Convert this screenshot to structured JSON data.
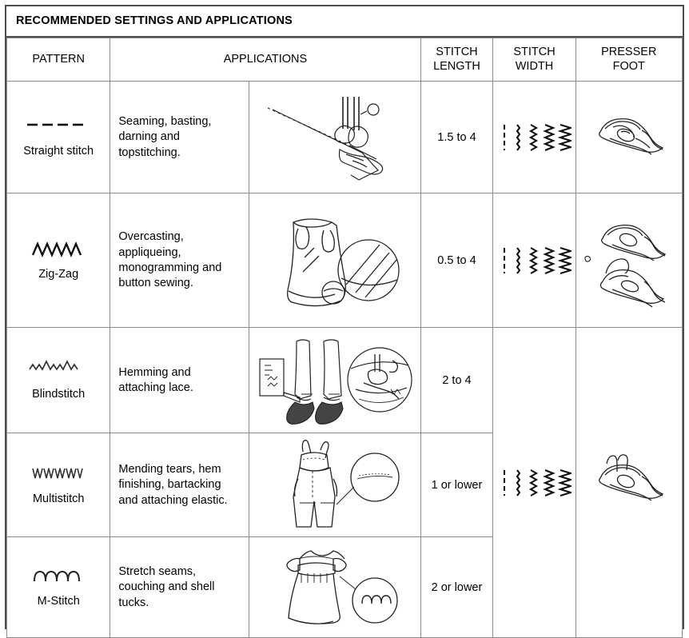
{
  "title": "RECOMMENDED SETTINGS AND APPLICATIONS",
  "columns": {
    "pattern": "PATTERN",
    "applications": "APPLICATIONS",
    "stitch_length_l1": "STITCH",
    "stitch_length_l2": "LENGTH",
    "stitch_width_l1": "STITCH",
    "stitch_width_l2": "WIDTH",
    "presser_foot_l1": "PRESSER",
    "presser_foot_l2": "FOOT"
  },
  "rows": [
    {
      "pattern_name": "Straight stitch",
      "pattern_glyph": "straight-stitch-glyph",
      "applications": "Seaming, basting, darning and topstitching.",
      "illustration": "needle-sewing-straight-seam-illustration",
      "stitch_length": "1.5 to 4",
      "stitch_width": "stitch-width-scale-glyph",
      "presser_foot": "all-purpose-presser-foot-illustration"
    },
    {
      "pattern_name": "Zig-Zag",
      "pattern_glyph": "zigzag-stitch-glyph",
      "applications": "Overcasting, appliqueing, monogramming and button sewing.",
      "illustration": "skirt-with-appliqued-detail-illustration",
      "stitch_length": "0.5 to 4",
      "stitch_width": "stitch-width-scale-glyph",
      "presser_foot": "two-presser-feet-illustration"
    },
    {
      "pattern_name": "Blindstitch",
      "pattern_glyph": "blindstitch-glyph",
      "applications": "Hemming and attaching lace.",
      "illustration": "trousers-hem-blindstitch-illustration",
      "stitch_length": "2 to 4",
      "stitch_width": "",
      "presser_foot": ""
    },
    {
      "pattern_name": "Multistitch",
      "pattern_glyph": "multistitch-glyph",
      "applications": "Mending tears, hem finishing, bartacking and attaching elastic.",
      "illustration": "overalls-mending-illustration",
      "stitch_length": "1 or lower",
      "stitch_width": "stitch-width-scale-glyph",
      "presser_foot": "all-purpose-presser-foot-illustration"
    },
    {
      "pattern_name": "M-Stitch",
      "pattern_glyph": "m-stitch-glyph",
      "applications": "Stretch seams, couching and shell tucks.",
      "illustration": "childs-dress-shell-tucks-illustration",
      "stitch_length": "2 or lower",
      "stitch_width": "",
      "presser_foot": ""
    }
  ],
  "colors": {
    "outer_border": "#4d4d4d",
    "cell_border": "#8a8a8a",
    "ink": "#000000",
    "background": "#ffffff"
  }
}
